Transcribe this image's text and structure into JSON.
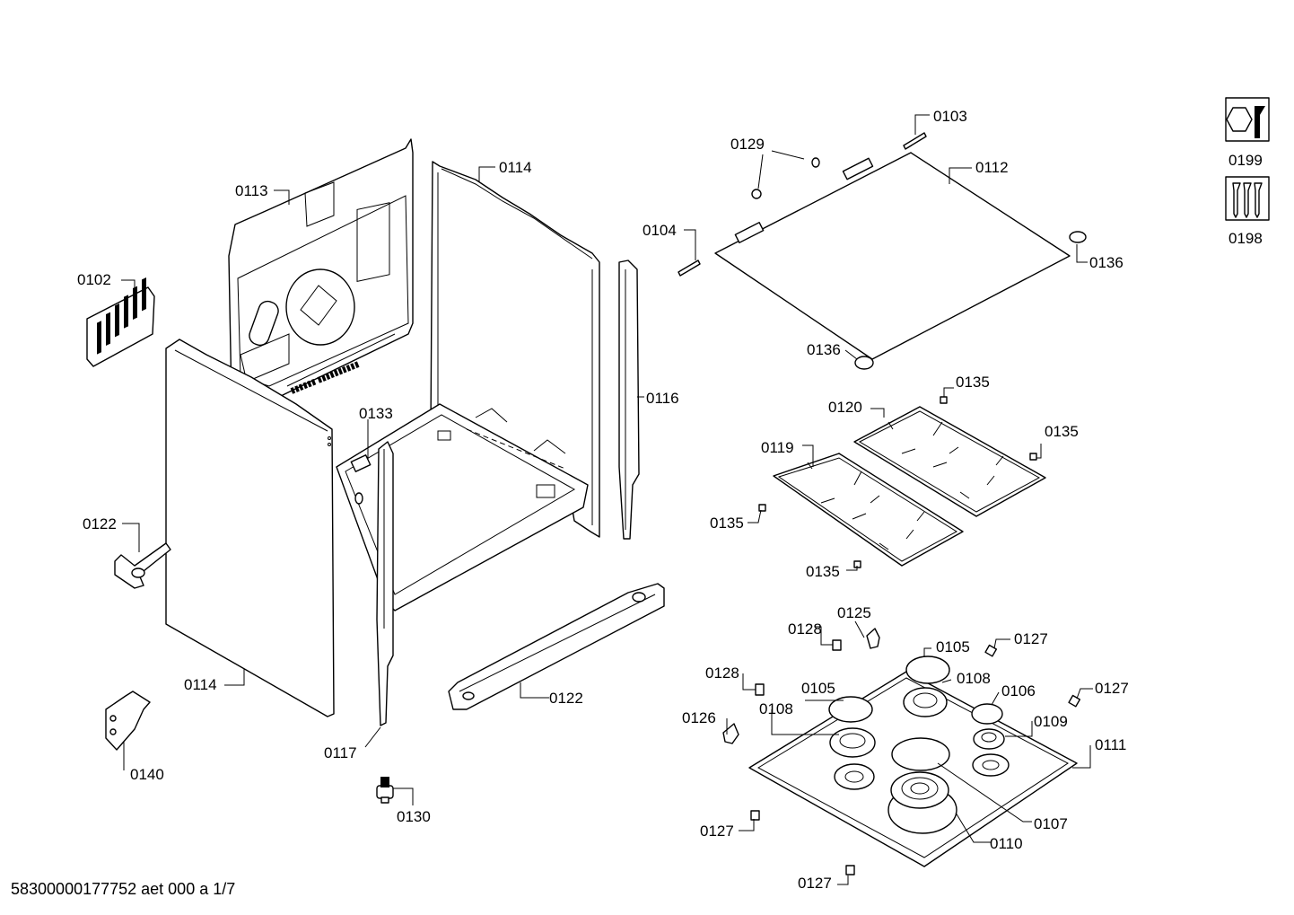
{
  "footer": {
    "doc_id": "58300000177752 aet 000 a 1/7"
  },
  "labels": {
    "p0102": "0102",
    "p0103": "0103",
    "p0104": "0104",
    "p0105a": "0105",
    "p0105b": "0105",
    "p0106": "0106",
    "p0107": "0107",
    "p0108a": "0108",
    "p0108b": "0108",
    "p0109": "0109",
    "p0110": "0110",
    "p0111": "0111",
    "p0112": "0112",
    "p0113": "0113",
    "p0114a": "0114",
    "p0114b": "0114",
    "p0116": "0116",
    "p0117": "0117",
    "p0119": "0119",
    "p0120": "0120",
    "p0122a": "0122",
    "p0122b": "0122",
    "p0125": "0125",
    "p0126": "0126",
    "p0127a": "0127",
    "p0127b": "0127",
    "p0127c": "0127",
    "p0127d": "0127",
    "p0128a": "0128",
    "p0128b": "0128",
    "p0129": "0129",
    "p0130": "0130",
    "p0133": "0133",
    "p0135a": "0135",
    "p0135b": "0135",
    "p0135c": "0135",
    "p0135d": "0135",
    "p0136a": "0136",
    "p0136b": "0136",
    "p0140": "0140",
    "p0198": "0198",
    "p0199": "0199"
  },
  "icons": {
    "service_icon": "wrench-nut-icon",
    "screws_icon": "screws-icon"
  }
}
